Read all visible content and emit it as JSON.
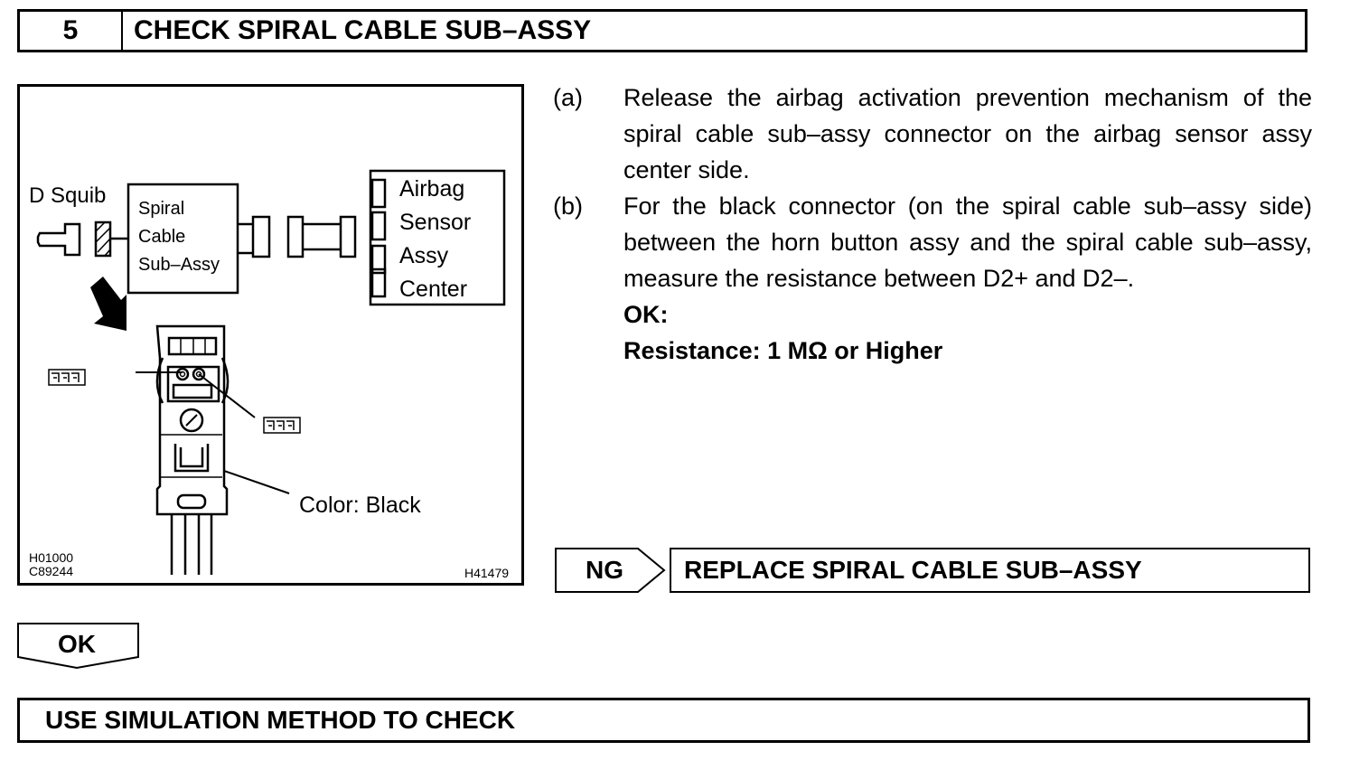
{
  "header": {
    "step_number": "5",
    "title": "CHECK SPIRAL CABLE SUB–ASSY"
  },
  "figure": {
    "d_squib_label": "D Squib",
    "spiral_cable_lines": [
      "Spiral",
      "Cable",
      "Sub–Assy"
    ],
    "airbag_sensor_lines": [
      "Airbag",
      "Sensor",
      "Assy",
      "Center"
    ],
    "color_label": "Color: Black",
    "code_left_1": "H01000",
    "code_left_2": "C89244",
    "code_right": "H41479"
  },
  "instructions": {
    "a_label": "(a)",
    "a_text": "Release the airbag activation prevention mechanism of the spiral cable sub–assy connector on the airbag sensor assy center side.",
    "b_label": "(b)",
    "b_text": "For the black connector (on the spiral cable sub–assy side) between the horn button assy and the spiral cable sub–assy, measure the resistance between D2+ and D2–.",
    "ok_label": "OK:",
    "resistance_text": "Resistance: 1 MΩ or Higher"
  },
  "ng": {
    "label": "NG",
    "action": "REPLACE SPIRAL CABLE SUB–ASSY"
  },
  "ok": {
    "label": "OK"
  },
  "final": {
    "text": "USE SIMULATION METHOD TO CHECK"
  }
}
